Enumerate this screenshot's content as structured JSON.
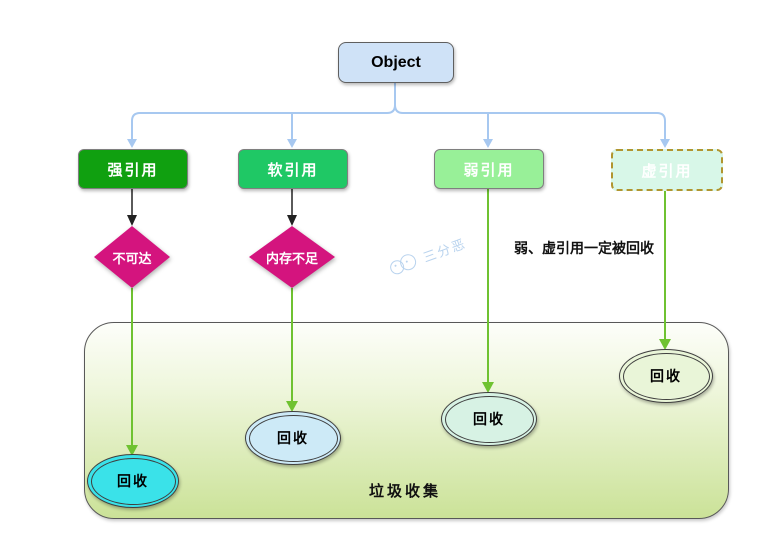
{
  "diagram": {
    "root": {
      "label": "Object",
      "fill": "#cfe2f7"
    },
    "references": [
      {
        "id": "strong",
        "label": "强引用",
        "fill": "#10a010",
        "border_style": "solid"
      },
      {
        "id": "soft",
        "label": "软引用",
        "fill": "#1fc865",
        "border_style": "solid"
      },
      {
        "id": "weak",
        "label": "弱引用",
        "fill": "#98f098",
        "border_style": "solid"
      },
      {
        "id": "phantom",
        "label": "虚引用",
        "fill": "#d8f7e8",
        "border_style": "dashed",
        "border_color": "#b1952f"
      }
    ],
    "conditions": [
      {
        "id": "unreachable",
        "label": "不可达",
        "fill": "#d4147e"
      },
      {
        "id": "oom",
        "label": "内存不足",
        "fill": "#d4147e"
      }
    ],
    "annotation": {
      "label": "弱、虚引用一定被回收"
    },
    "watermark": {
      "label": "三分恶",
      "color": "#b9d3ee"
    },
    "gc": {
      "label": "垃圾收集",
      "gradient_top": "#fdfefa",
      "gradient_bottom": "#cbe298",
      "collect_nodes": [
        {
          "column": "strong",
          "label": "回收",
          "fill": "#3ae2e9"
        },
        {
          "column": "soft",
          "label": "回收",
          "fill": "#cdeaf7"
        },
        {
          "column": "weak",
          "label": "回收",
          "fill": "#d7f2e4"
        },
        {
          "column": "phantom",
          "label": "回收",
          "fill": "#e9f5d8"
        }
      ]
    },
    "colors": {
      "branch_connector": "#a7c8f0",
      "condition_arrow": "#222222",
      "collect_arrow": "#6fc231"
    }
  }
}
